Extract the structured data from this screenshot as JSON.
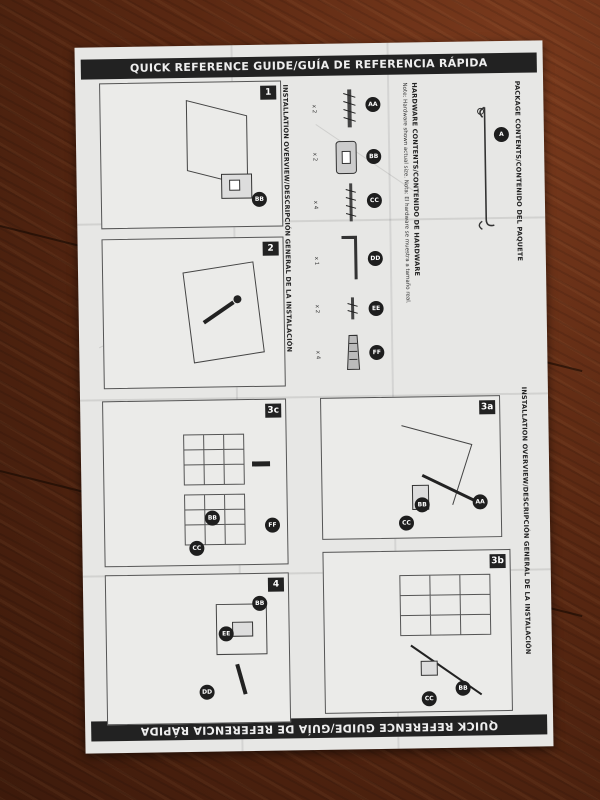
{
  "sheet": {
    "banner_top": "QUICK REFERENCE GUIDE/GUÍA DE REFERENCIA RÁPIDA",
    "banner_bottom": "QUICK REFERENCE GUIDE/GUÍA DE REFERENCIA RÁPIDA",
    "package_header": "PACKAGE CONTENTS/CONTENIDO DEL PAQUETE",
    "hardware_header": "HARDWARE CONTENTS/CONTENIDO DE HARDWARE",
    "hardware_note": "Note: Hardware shown actual size. Nota: El hardware se muestra a tamaño real.",
    "install_header_left": "INSTALLATION OVERVIEW/DESCRIPCIÓN GENERAL DE LA INSTALACIÓN",
    "install_header_right": "INSTALLATION OVERVIEW/DESCRIPCIÓN GENERAL DE LA INSTALACIÓN",
    "parts": {
      "a": "A",
      "aa": "AA",
      "bb": "BB",
      "cc": "CC",
      "dd": "DD",
      "ee": "EE",
      "ff": "FF",
      "qty_aa": "x 2",
      "qty_bb": "x 2",
      "qty_cc": "x 4",
      "qty_dd": "x 1",
      "qty_ee": "x 2",
      "qty_ff": "x 4"
    },
    "steps": {
      "s1": "1",
      "s2": "2",
      "s3a": "3a",
      "s3b": "3b",
      "s3c": "3c",
      "s4": "4"
    },
    "labels": {
      "s1_bb": "BB",
      "s3a_aa": "AA",
      "s3a_bb": "BB",
      "s3a_cc": "CC",
      "s3b_bb": "BB",
      "s3b_cc": "CC",
      "s3c_ff": "FF",
      "s3c_bb": "BB",
      "s3c_cc": "CC",
      "s4_bb": "BB",
      "s4_ee": "EE",
      "s4_dd": "DD"
    }
  }
}
